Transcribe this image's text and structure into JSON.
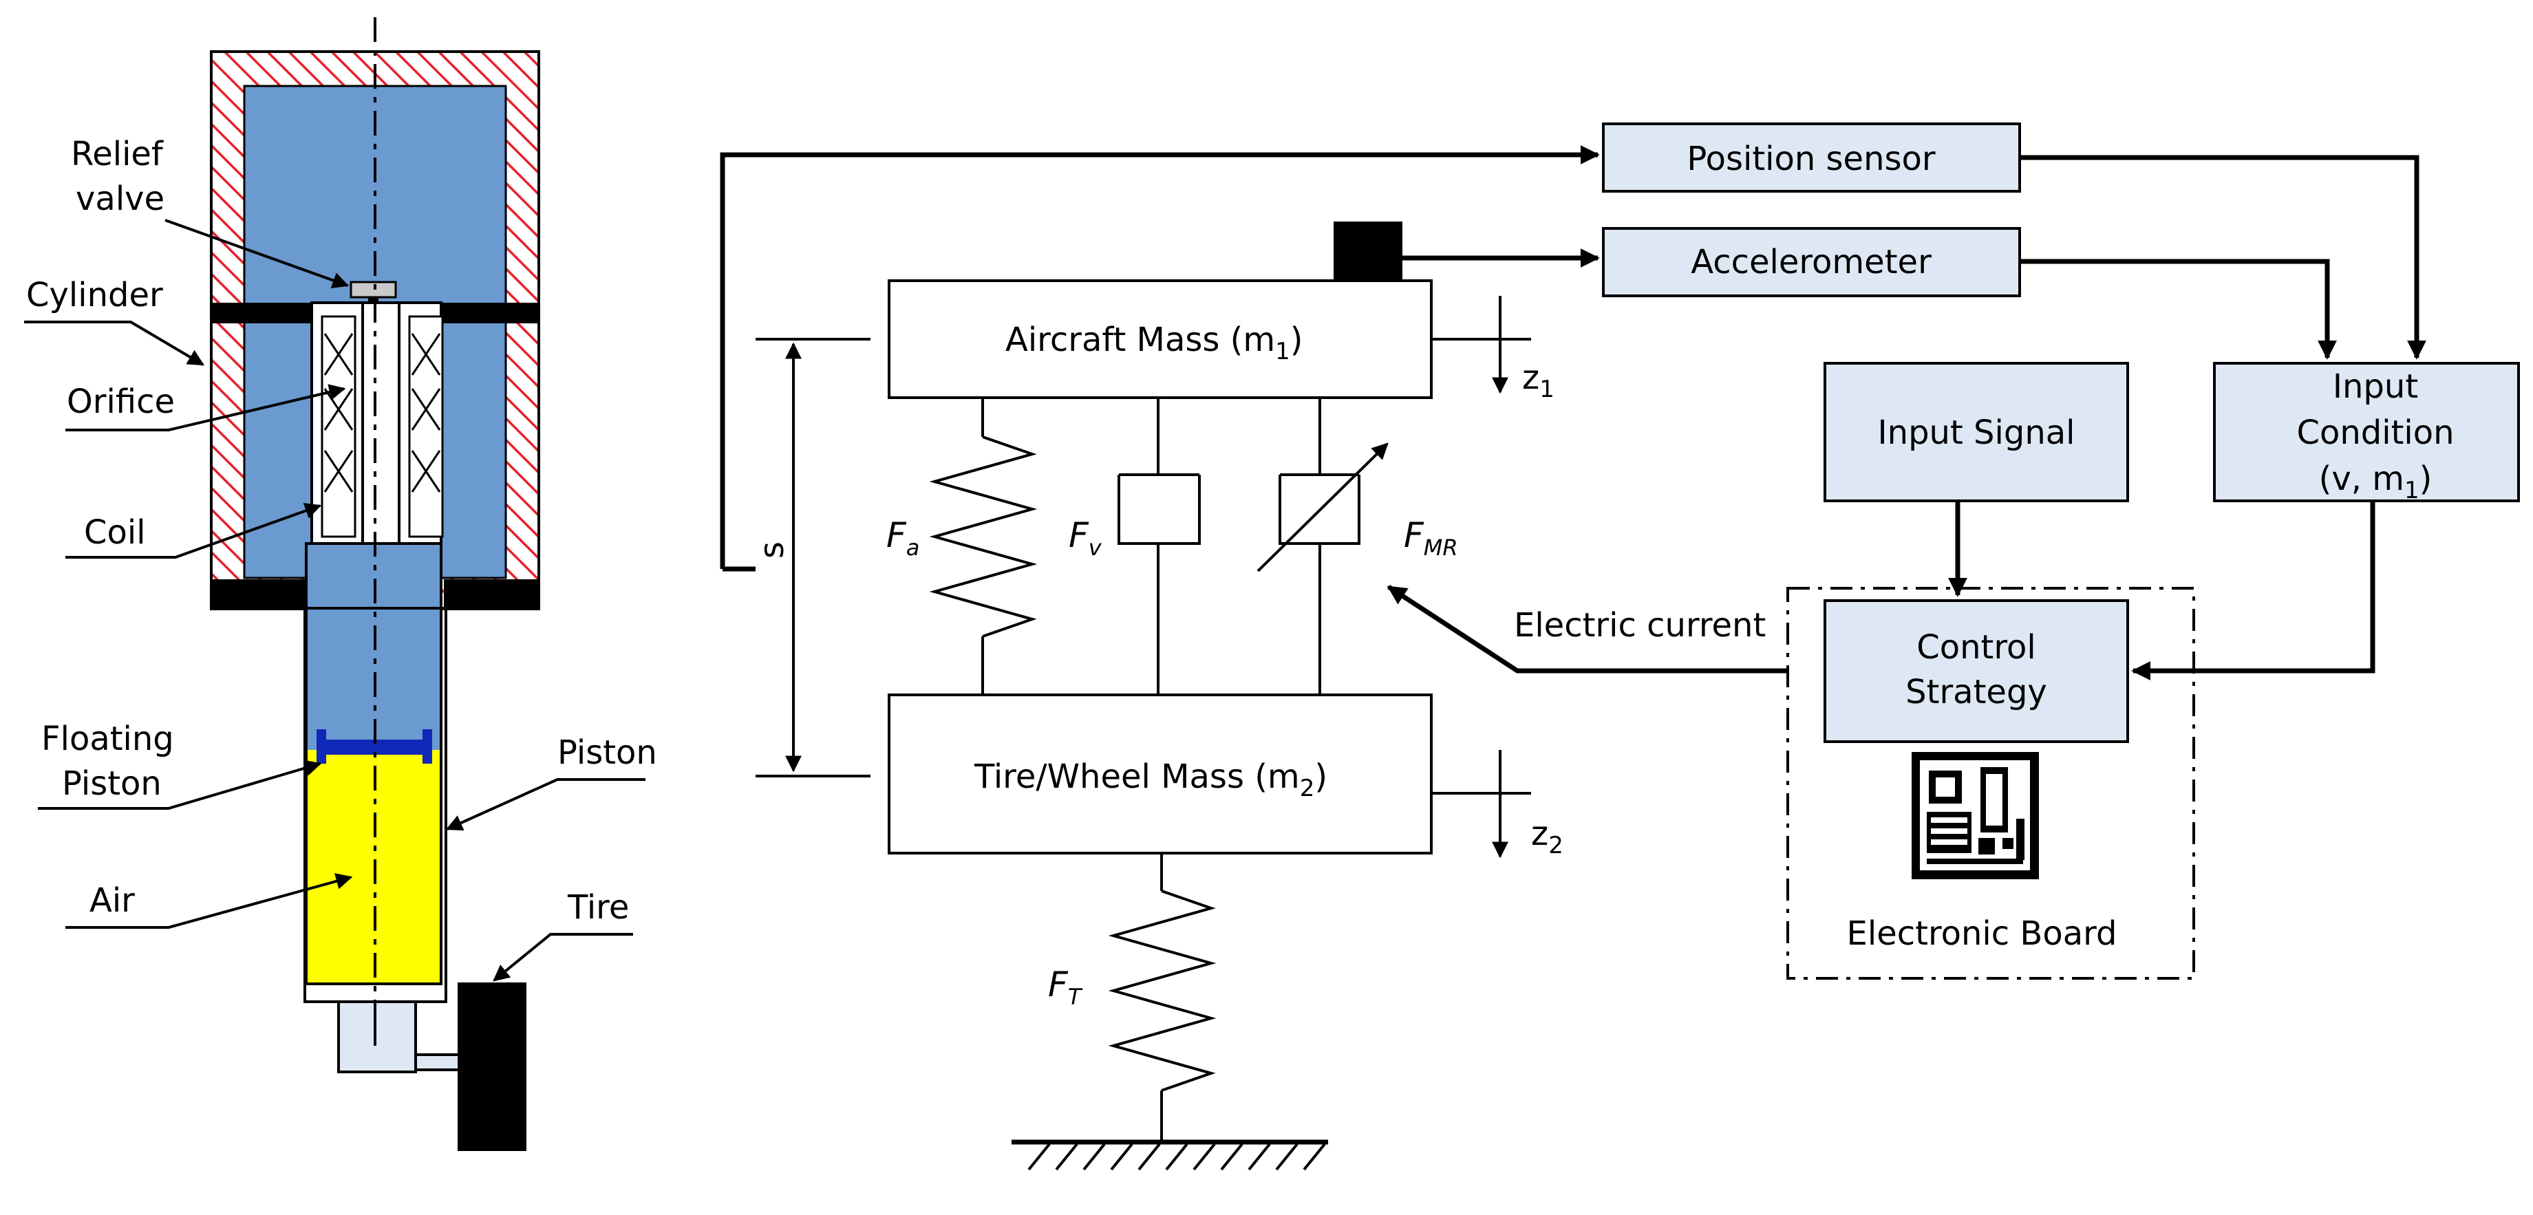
{
  "colors": {
    "blue": "#6a9ad0",
    "yellow": "#ffff00",
    "hatch_red": "#e8212c",
    "box_fill": "#dee8f4",
    "floating_piston": "#1028b8"
  },
  "strut": {
    "relief_valve": [
      "Relief",
      "valve"
    ],
    "cylinder": "Cylinder",
    "orifice": "Orifice",
    "coil": "Coil",
    "floating_piston": [
      "Floating",
      "Piston"
    ],
    "piston": "Piston",
    "air": "Air",
    "tire": "Tire"
  },
  "model": {
    "aircraft_mass": "Aircraft Mass (m",
    "aircraft_mass_sub": "1",
    "tire_mass": "Tire/Wheel Mass (m",
    "tire_mass_sub": "2",
    "z1": "z",
    "z1_sub": "1",
    "z2": "z",
    "z2_sub": "2",
    "s": "s",
    "fa": "F",
    "fa_sub": "a",
    "fv": "F",
    "fv_sub": "v",
    "fmr": "F",
    "fmr_sub": "MR",
    "ft": "F",
    "ft_sub": "T"
  },
  "control": {
    "position_sensor": "Position sensor",
    "accelerometer": "Accelerometer",
    "input_signal": "Input Signal",
    "input_condition": [
      "Input",
      "Condition",
      "(v, m",
      "1",
      ")"
    ],
    "control_strategy": [
      "Control",
      "Strategy"
    ],
    "electronic_board": "Electronic Board",
    "electric_current": "Electric current"
  }
}
